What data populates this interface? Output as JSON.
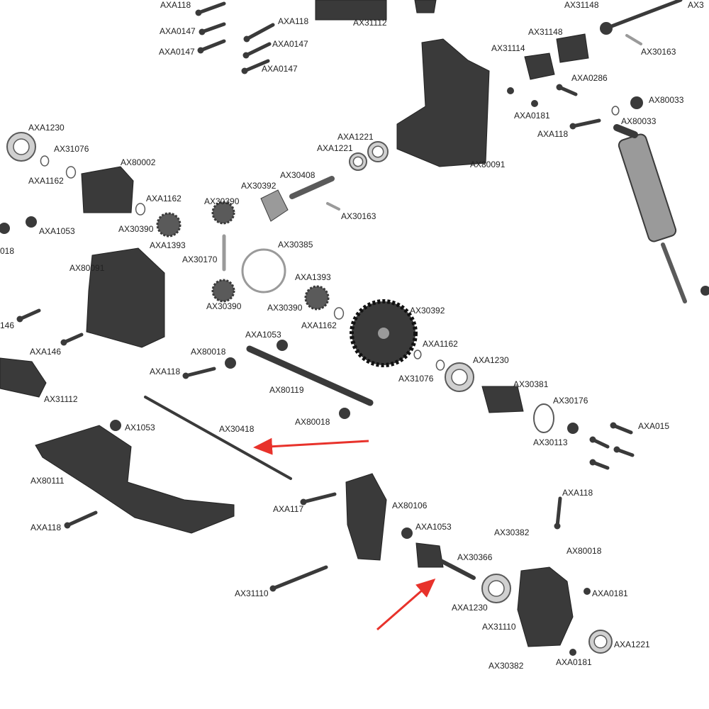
{
  "diagram": {
    "colors": {
      "part_dark": "#3a3a3a",
      "part_mid": "#5a5a5a",
      "part_light": "#9a9a9a",
      "bearing": "#d0d0d0",
      "arrow": "#e8322b",
      "label": "#222222"
    },
    "labels": [
      {
        "id": "l01",
        "text": "AXA118"
      },
      {
        "id": "l02",
        "text": "AXA0147"
      },
      {
        "id": "l03",
        "text": "AXA0147"
      },
      {
        "id": "l04",
        "text": "AXA118"
      },
      {
        "id": "l05",
        "text": "AXA0147"
      },
      {
        "id": "l06",
        "text": "AXA0147"
      },
      {
        "id": "l07",
        "text": "AX31112"
      },
      {
        "id": "l08",
        "text": "AX31148"
      },
      {
        "id": "l09",
        "text": "AX31148"
      },
      {
        "id": "l10",
        "text": "AX31114"
      },
      {
        "id": "l11",
        "text": "AX30163"
      },
      {
        "id": "l12",
        "text": "AXA0286"
      },
      {
        "id": "l13",
        "text": "AXA0181"
      },
      {
        "id": "l14",
        "text": "AXA118"
      },
      {
        "id": "l15",
        "text": "AX80033"
      },
      {
        "id": "l16",
        "text": "AX80033"
      },
      {
        "id": "l17",
        "text": "AXA1230"
      },
      {
        "id": "l18",
        "text": "AX31076"
      },
      {
        "id": "l19",
        "text": "AXA1162"
      },
      {
        "id": "l20",
        "text": "AX80002"
      },
      {
        "id": "l21",
        "text": "AXA1221"
      },
      {
        "id": "l22",
        "text": "AXA1221"
      },
      {
        "id": "l23",
        "text": "AX80091"
      },
      {
        "id": "l24",
        "text": "AX30408"
      },
      {
        "id": "l25",
        "text": "AX30392"
      },
      {
        "id": "l26",
        "text": "AX30390"
      },
      {
        "id": "l27",
        "text": "AXA1162"
      },
      {
        "id": "l28",
        "text": "AX30163"
      },
      {
        "id": "l29",
        "text": "AXA1053"
      },
      {
        "id": "l30",
        "text": "018"
      },
      {
        "id": "l31",
        "text": "AX30390"
      },
      {
        "id": "l32",
        "text": "AXA1393"
      },
      {
        "id": "l33",
        "text": "AX30385"
      },
      {
        "id": "l34",
        "text": "AX30170"
      },
      {
        "id": "l35",
        "text": "AX80091"
      },
      {
        "id": "l36",
        "text": "AXA1393"
      },
      {
        "id": "l37",
        "text": "AX30390"
      },
      {
        "id": "l38",
        "text": "AX30390"
      },
      {
        "id": "l39",
        "text": "AX30392"
      },
      {
        "id": "l40",
        "text": "AXA1162"
      },
      {
        "id": "l41",
        "text": "146"
      },
      {
        "id": "l42",
        "text": "AXA146"
      },
      {
        "id": "l43",
        "text": "AXA1053"
      },
      {
        "id": "l44",
        "text": "AX80018"
      },
      {
        "id": "l45",
        "text": "AXA1162"
      },
      {
        "id": "l46",
        "text": "AXA118"
      },
      {
        "id": "l47",
        "text": "AXA1230"
      },
      {
        "id": "l48",
        "text": "AX31076"
      },
      {
        "id": "l49",
        "text": "AX80119"
      },
      {
        "id": "l50",
        "text": "AX30381"
      },
      {
        "id": "l51",
        "text": "AX31112"
      },
      {
        "id": "l52",
        "text": "AX30176"
      },
      {
        "id": "l53",
        "text": "AX1053"
      },
      {
        "id": "l54",
        "text": "AX80018"
      },
      {
        "id": "l55",
        "text": "AXA015"
      },
      {
        "id": "l56",
        "text": "AX30418"
      },
      {
        "id": "l57",
        "text": "AX30113"
      },
      {
        "id": "l58",
        "text": "AX80111"
      },
      {
        "id": "l59",
        "text": "AXA118"
      },
      {
        "id": "l60",
        "text": "AXA117"
      },
      {
        "id": "l61",
        "text": "AX80106"
      },
      {
        "id": "l62",
        "text": "AXA118"
      },
      {
        "id": "l63",
        "text": "AXA1053"
      },
      {
        "id": "l64",
        "text": "AX30382"
      },
      {
        "id": "l65",
        "text": "AX80018"
      },
      {
        "id": "l66",
        "text": "AX30366"
      },
      {
        "id": "l67",
        "text": "AX31110"
      },
      {
        "id": "l68",
        "text": "AXA0181"
      },
      {
        "id": "l69",
        "text": "AXA1230"
      },
      {
        "id": "l70",
        "text": "AX31110"
      },
      {
        "id": "l71",
        "text": "AXA1221"
      },
      {
        "id": "l72",
        "text": "AX30382"
      },
      {
        "id": "l73",
        "text": "AXA0181"
      },
      {
        "id": "l74",
        "text": "AX3"
      }
    ]
  }
}
